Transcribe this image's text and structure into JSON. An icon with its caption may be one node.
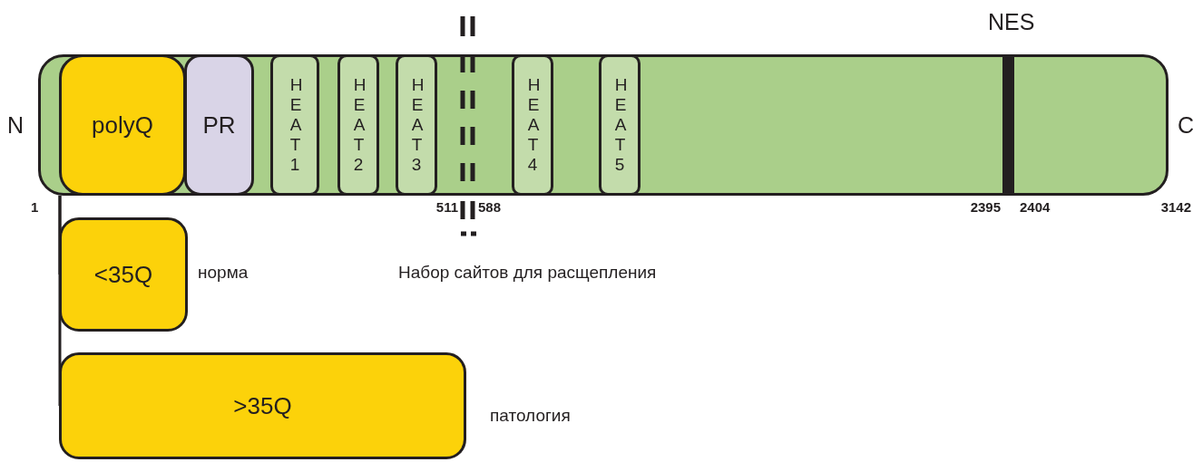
{
  "diagram": {
    "nodes": [
      {
        "text": [],
        "shape": "bar"
      },
      {
        "text": [
          "polyQ"
        ],
        "in": 0
      },
      {
        "text": [
          "PR"
        ],
        "in": 0
      },
      {
        "text": [
          "H E A T 1"
        ],
        "in": 0
      },
      {
        "text": [
          "H E A T 2"
        ],
        "in": 0
      },
      {
        "text": [
          "H E A T 3"
        ],
        "in": 0
      },
      {
        "text": [
          "H E A T 4"
        ],
        "in": 0
      },
      {
        "text": [
          "H E A T 5"
        ],
        "in": 0
      },
      {
        "text": [
          "<35Q"
        ],
        "beside": [
          "норма"
        ]
      },
      {
        "text": [
          ">35Q"
        ],
        "beside": [
          "патология"
        ]
      }
    ],
    "edges": [
      {
        "from": 1,
        "to": 8,
        "arrow": "none"
      },
      {
        "from": 1,
        "to": 9,
        "arrow": "none"
      }
    ],
    "labels": [
      "NES",
      "N",
      "C",
      "1",
      "511",
      "588",
      "2395",
      "2404",
      "3142",
      "Набор сайтов для расщепления"
    ]
  }
}
